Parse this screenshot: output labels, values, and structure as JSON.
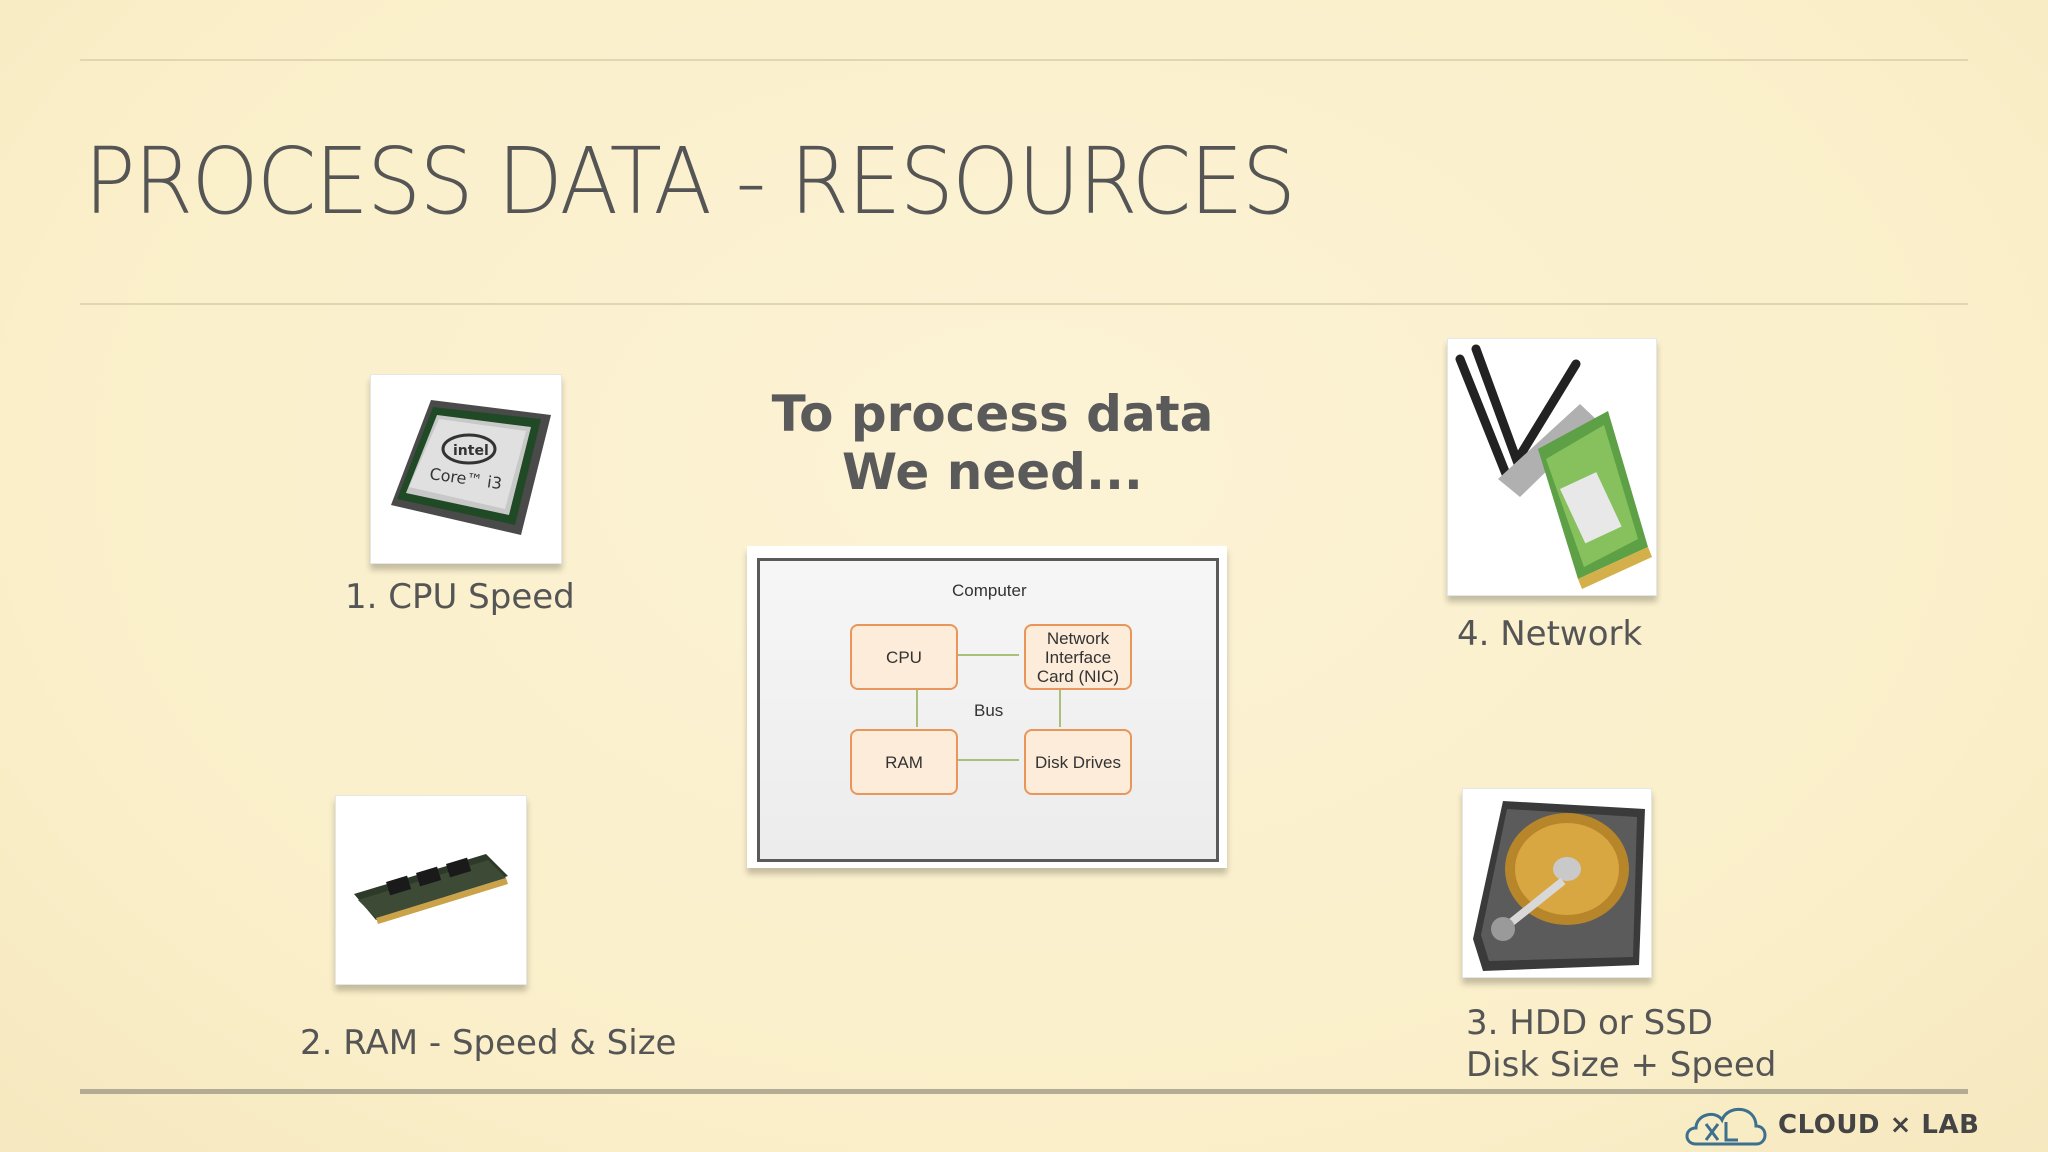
{
  "slide": {
    "title": "PROCESS DATA - RESOURCES",
    "headline_line1": "To process data",
    "headline_line2": "We need..."
  },
  "items": {
    "cpu": "1. CPU Speed",
    "ram": "2. RAM - Speed & Size",
    "hdd_line1": "3. HDD or SSD",
    "hdd_line2": "Disk Size + Speed",
    "network": "4. Network"
  },
  "diagram": {
    "title": "Computer",
    "cpu": "CPU",
    "nic_line1": "Network",
    "nic_line2": "Interface",
    "nic_line3": "Card (NIC)",
    "bus": "Bus",
    "ram": "RAM",
    "disk": "Disk Drives"
  },
  "logo": {
    "text": "CLOUD × LAB"
  },
  "colors": {
    "background": "#fbf0cc",
    "text": "#555555",
    "diagram_box_border": "#e8965a",
    "diagram_box_fill": "#fdecd9",
    "connector": "#a9c07a"
  }
}
